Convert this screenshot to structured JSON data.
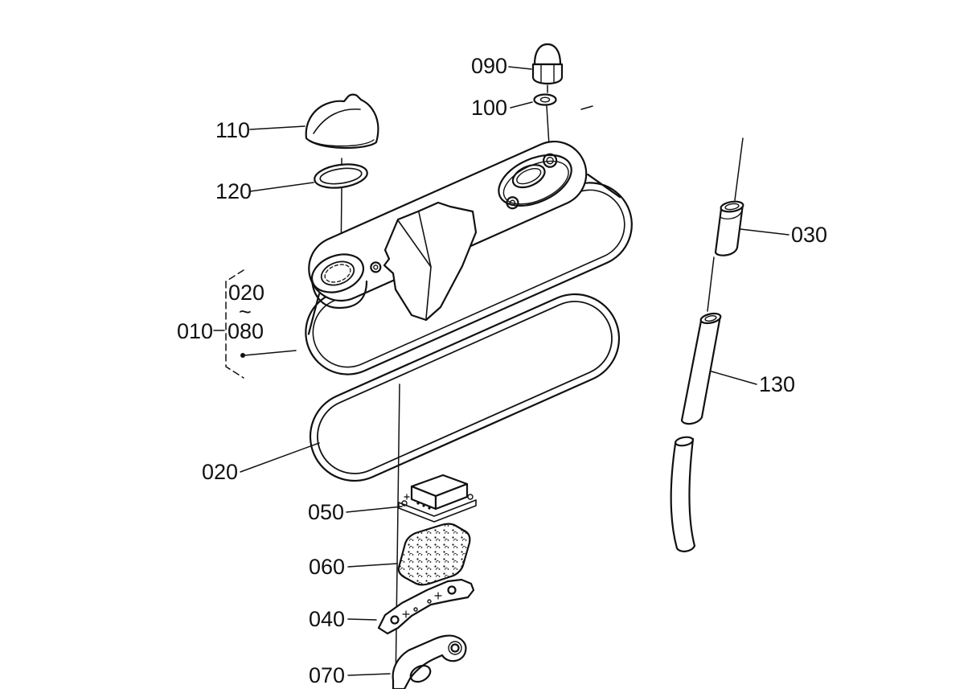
{
  "diagram": {
    "background_color": "#ffffff",
    "line_color": "#111111"
  },
  "labels": {
    "n010": "010",
    "n020": "020",
    "n030": "030",
    "n040": "040",
    "n050": "050",
    "n060": "060",
    "n070": "070",
    "n080": "080",
    "n090": "090",
    "n100": "100",
    "n110": "110",
    "n120": "120",
    "n130": "130",
    "tilde": "~"
  }
}
